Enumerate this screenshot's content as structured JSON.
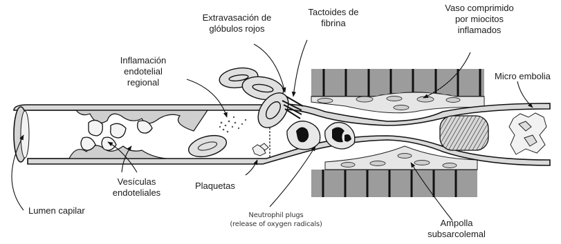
{
  "labels": {
    "extravasacion": "Extravasación de\nglóbulos rojos",
    "tactoides": "Tactoides de\nfibrina",
    "vaso_comprimido": "Vaso comprimido\npor miocitos\ninflamados",
    "inflamacion": "Inflamación\nendotelial\nregional",
    "micro_embolia": "Micro embolia",
    "plaquetas": "Plaquetas",
    "vesiculas": "Vesículas\nendoteliales",
    "lumen": "Lumen capilar",
    "neutrophil_line1": "Neutrophil plugs",
    "neutrophil_line2": "(release of oxygen radicals)",
    "ampolla": "Ampolla\nsubsarcolemal"
  }
}
